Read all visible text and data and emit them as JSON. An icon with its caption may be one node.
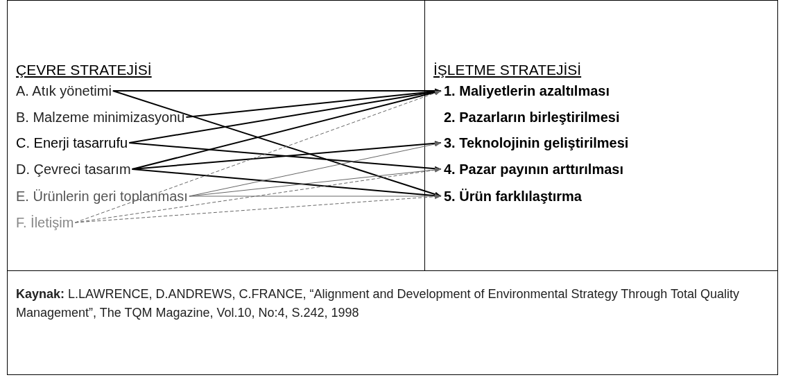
{
  "diagram": {
    "nodes": [
      {
        "text": [
          "ÇEVRE STRATEJİSİ"
        ]
      },
      {
        "text": [
          "A. Atık yönetimi"
        ],
        "in": 0
      },
      {
        "text": [
          "B. Malzeme minimizasyonu"
        ],
        "in": 0
      },
      {
        "text": [
          "C. Enerji tasarrufu"
        ],
        "in": 0
      },
      {
        "text": [
          "D. Çevreci tasarım"
        ],
        "in": 0
      },
      {
        "text": [
          "E. Ürünlerin geri toplanması"
        ],
        "in": 0
      },
      {
        "text": [
          "F. İletişim"
        ],
        "in": 0
      },
      {
        "text": [
          "İŞLETME STRATEJİSİ"
        ]
      },
      {
        "text": [
          "1. Maliyetlerin azaltılması"
        ],
        "in": 7
      },
      {
        "text": [
          "2. Pazarların birleştirilmesi"
        ],
        "in": 7
      },
      {
        "text": [
          "3. Teknolojinin geliştirilmesi"
        ],
        "in": 7
      },
      {
        "text": [
          "4. Pazar payının arttırılması"
        ],
        "in": 7
      },
      {
        "text": [
          "5. Ürün farklılaştırma"
        ],
        "in": 7
      }
    ],
    "edges": [
      {
        "from": 1,
        "to": 8,
        "arrow": "to"
      },
      {
        "from": 1,
        "to": 12,
        "arrow": "to"
      },
      {
        "from": 2,
        "to": 8,
        "arrow": "to"
      },
      {
        "from": 3,
        "to": 8,
        "arrow": "to"
      },
      {
        "from": 3,
        "to": 11,
        "arrow": "to"
      },
      {
        "from": 4,
        "to": 8,
        "arrow": "to"
      },
      {
        "from": 4,
        "to": 10,
        "arrow": "to"
      },
      {
        "from": 4,
        "to": 12,
        "arrow": "to"
      },
      {
        "from": 5,
        "to": 10,
        "arrow": "to",
        "color": "#666666"
      },
      {
        "from": 5,
        "to": 11,
        "arrow": "to",
        "color": "#666666"
      },
      {
        "from": 5,
        "to": 12,
        "arrow": "to",
        "color": "#666666"
      },
      {
        "from": 6,
        "to": 8,
        "arrow": "to",
        "style": "dashed",
        "color": "#666666"
      },
      {
        "from": 6,
        "to": 11,
        "arrow": "to",
        "style": "dashed",
        "color": "#666666"
      },
      {
        "from": 6,
        "to": 12,
        "arrow": "to",
        "style": "dashed",
        "color": "#666666"
      }
    ],
    "labels": [
      "**Kaynak:** L.LAWRENCE, D.ANDREWS, C.FRANCE, “Alignment and Development of Environmental Strategy Through Total Quality Management”, The TQM Magazine, Vol.10, No:4, S.242, 1998"
    ]
  }
}
